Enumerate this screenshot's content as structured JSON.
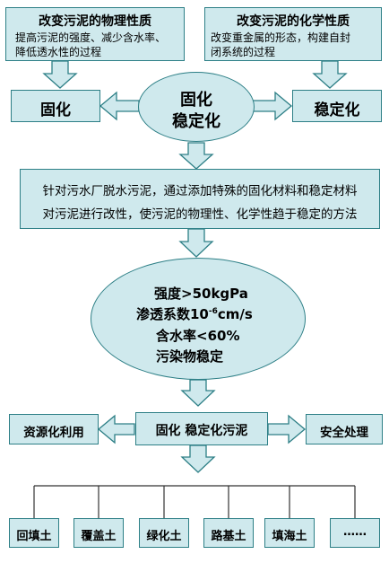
{
  "top_left": {
    "title": "改变污泥的物理性质",
    "desc_line1": "提高污泥的强度、减少含水率、",
    "desc_line2": "降低透水性的过程"
  },
  "top_right": {
    "title": "改变污泥的化学性质",
    "desc_line1": "改变重金属的形态，构建自封",
    "desc_line2": "闭系统的过程"
  },
  "left_result": "固化",
  "right_result": "稳定化",
  "center_oval": {
    "line1": "固化",
    "line2": "稳定化"
  },
  "definition": {
    "line1": "针对污水厂脱水污泥，通过添加特殊的固化材料和稳定材料",
    "line2": "对污泥进行改性，使污泥的物理性、化学性趋于稳定的方法"
  },
  "criteria": {
    "strength": "强度>50kgPa",
    "permeability_prefix": "渗透系数10",
    "permeability_exp": "-6",
    "permeability_unit": "cm/s",
    "moisture": "含水率<60%",
    "pollutant": "污染物稳定"
  },
  "middle_row": {
    "left": "资源化利用",
    "center": "固化 稳定化污泥",
    "right": "安全处理"
  },
  "uses": [
    "回填土",
    "覆盖土",
    "绿化土",
    "路基土",
    "填海土",
    "……"
  ],
  "colors": {
    "fill": "#cfe9ed",
    "border": "#2d7f86",
    "arrow_fill": "#cfe9ed",
    "line": "#333333"
  }
}
